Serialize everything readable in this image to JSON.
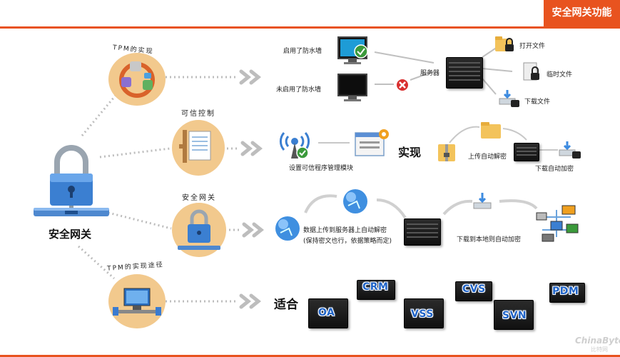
{
  "header": {
    "title": "安全网关功能"
  },
  "center": {
    "label": "安全网关"
  },
  "branches": [
    {
      "label": "TPM的实现"
    },
    {
      "label": "可信控制"
    },
    {
      "label": "安全网关"
    },
    {
      "label": "TPM的实现途径"
    }
  ],
  "row1": {
    "firewall_on": "启用了防水墙",
    "firewall_off": "未启用了防水墙",
    "server": "服务器",
    "open_file": "打开文件",
    "temp_file": "临时文件",
    "download_file": "下载文件"
  },
  "row2": {
    "setup": "设置可信程序管理模块",
    "realize": "实现",
    "upload": "上传自动解密",
    "download": "下载自动加密"
  },
  "row3": {
    "line1": "数据上传到服务器上自动解密",
    "line2": "(保持密文也行，依据策略而定)",
    "local": "下载到本地则自动加密"
  },
  "row4": {
    "suitable": "适合",
    "systems": [
      "CRM",
      "CVS",
      "PDM",
      "OA",
      "VSS",
      "SVN"
    ]
  },
  "watermark": {
    "brand": "ChinaByte",
    "sub": "比特网"
  },
  "colors": {
    "accent": "#e8531f",
    "circle": "#f2c98d",
    "tag": "#1e63c8"
  }
}
